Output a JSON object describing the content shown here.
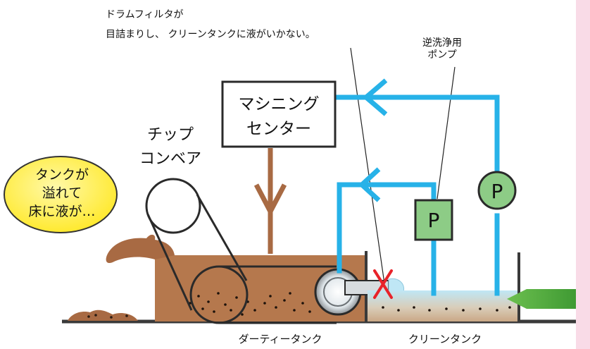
{
  "annotation": {
    "line1": "ドラムフィルタが",
    "line2": "目詰まりし、 クリーンタンクに液がいかない。"
  },
  "backwash_pump_label": {
    "line1": "逆洗浄用",
    "line2": "ポンプ"
  },
  "machining_center": {
    "line1": "マシニング",
    "line2": "センター"
  },
  "chip_conveyor": {
    "line1": "チップ",
    "line2": "コンベア"
  },
  "warning_bubble": {
    "line1": "タンクが",
    "line2": "溢れて",
    "line3": "床に液が…"
  },
  "pump_symbol": "P",
  "dirty_tank_label": "ダーティータンク",
  "clean_tank_label": "クリーンタンク",
  "colors": {
    "pipe": "#27b2e8",
    "coolant_brown": "#b5784d",
    "brown_line": "#a86a43",
    "pump_green": "#8dcc86",
    "bubble_yellow": "#fff066",
    "sidebar_pink": "#f9dbe7",
    "error_red": "#e8232a",
    "inlet_green": "#4ea43a"
  },
  "icons": {
    "blocked_marker": "x-mark",
    "flow_arrow": "chevron-arrow"
  }
}
